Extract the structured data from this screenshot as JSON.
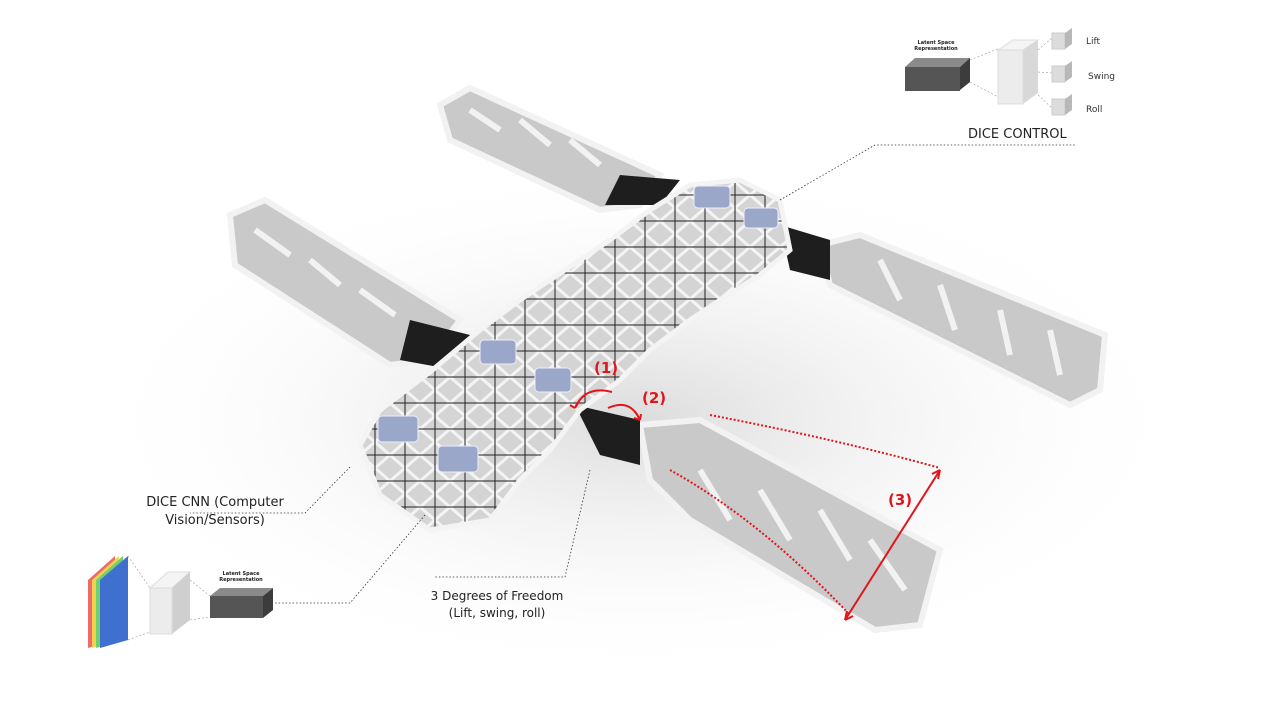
{
  "control": {
    "latent": "Latent Space Representation",
    "outputs": [
      "Lift",
      "Swing",
      "Roll"
    ],
    "title": "DICE CONTROL"
  },
  "cnn": {
    "title": "DICE CNN (Computer Vision/Sensors)",
    "latent": "Latent Space Representation"
  },
  "dof": {
    "title": "3 Degrees of Freedom (Lift, swing, roll)",
    "markers": [
      "(1)",
      "(2)",
      "(3)"
    ]
  },
  "colors": {
    "annotation": "#e0161b",
    "frame": "#f2f2f2",
    "strut": "#1a1a1a",
    "panel": "#cfcfcf",
    "sensor": "#9aa7c8",
    "rgb_layers": [
      "#ef6a6a",
      "#f2d24e",
      "#6fcf73",
      "#3f6fcf"
    ]
  }
}
